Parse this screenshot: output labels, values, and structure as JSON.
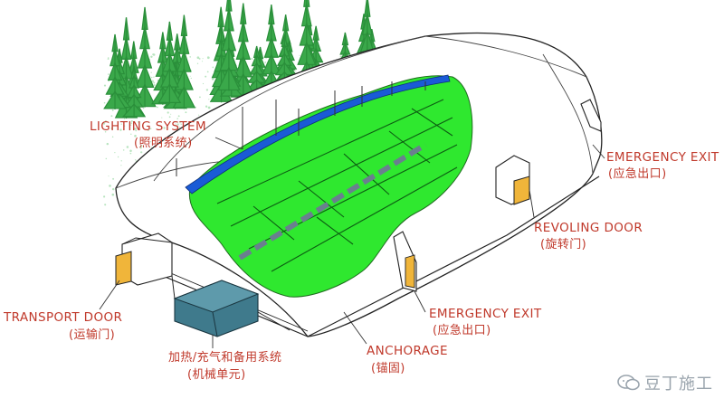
{
  "labels": {
    "lighting_en": "LIGHTING SYSTEM",
    "lighting_zh": "(照明系统)",
    "emergency_top_en": "EMERGENCY EXIT",
    "emergency_top_zh": "(应急出口)",
    "revolving_en": "REVOLING DOOR",
    "revolving_zh": "(旋转门)",
    "transport_en": "TRANSPORT DOOR",
    "transport_zh": "(运输门)",
    "emergency_bottom_en": "EMERGENCY EXIT",
    "emergency_bottom_zh": "(应急出口)",
    "anchorage_en": "ANCHORAGE",
    "anchorage_zh": "(锚固)",
    "machine_line1": "加热/充气和备用系统",
    "machine_line2": "(机械单元)"
  },
  "watermark": {
    "text": "豆丁施工",
    "icon": "wechat-icon"
  },
  "colors": {
    "label": "#c0392b",
    "pitch": "#2fe82f",
    "lighting_band": "#1a5bd6",
    "door": "#f0b53a",
    "machine": "#3f7a8c",
    "tree": "#3aa84a",
    "divider": "#6a7f8f"
  }
}
